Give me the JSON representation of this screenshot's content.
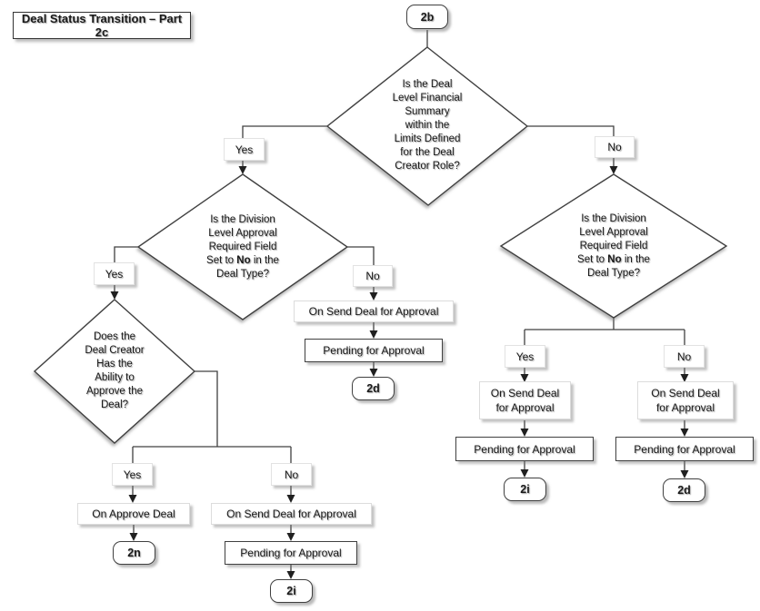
{
  "page": {
    "title": "Deal Status Transition – Part 2c"
  },
  "colors": {
    "ink": "#404040",
    "background": "#ffffff"
  },
  "flow": {
    "start": {
      "label": "2b"
    },
    "decision_financial": {
      "lines": [
        "Is the Deal",
        "Level Financial",
        "Summary",
        "within the",
        "Limits Defined",
        "for the Deal",
        "Creator Role?"
      ]
    },
    "branch_financial": {
      "yes": "Yes",
      "no": "No"
    },
    "decision_division_left": {
      "line1": "Is the Division",
      "line2": "Level Approval",
      "line3": "Required Field",
      "line4_pre": "Set to ",
      "line4_bold": "No",
      "line4_post": " in the",
      "line5": "Deal Type?"
    },
    "branch_division_left": {
      "yes": "Yes",
      "no": "No"
    },
    "decision_creator": {
      "lines": [
        "Does the",
        "Deal Creator",
        "Has the",
        "Ability to",
        "Approve the",
        "Deal?"
      ]
    },
    "branch_creator": {
      "yes": "Yes",
      "no": "No"
    },
    "action_approve_deal": {
      "label": "On Approve Deal"
    },
    "terminal_2n": {
      "label": "2n"
    },
    "action_send_creator_no": {
      "label": "On Send Deal for Approval"
    },
    "status_pending_creator_no": {
      "label": "Pending for Approval"
    },
    "terminal_2i_left": {
      "label": "2i"
    },
    "action_send_division_left_no": {
      "label": "On Send Deal for Approval"
    },
    "status_pending_division_left_no": {
      "label": "Pending for Approval"
    },
    "terminal_2d_center": {
      "label": "2d"
    },
    "decision_division_right": {
      "line1": "Is the Division",
      "line2": "Level Approval",
      "line3": "Required Field",
      "line4_pre": "Set to ",
      "line4_bold": "No",
      "line4_post": " in the",
      "line5": "Deal Type?"
    },
    "branch_division_right": {
      "yes": "Yes",
      "no": "No"
    },
    "action_send_division_right_yes": {
      "line1": "On Send Deal",
      "line2": "for Approval"
    },
    "status_pending_division_right_yes": {
      "label": "Pending for Approval"
    },
    "terminal_2i_right": {
      "label": "2i"
    },
    "action_send_division_right_no": {
      "line1": "On Send Deal",
      "line2": "for Approval"
    },
    "status_pending_division_right_no": {
      "label": "Pending for Approval"
    },
    "terminal_2d_right": {
      "label": "2d"
    }
  }
}
